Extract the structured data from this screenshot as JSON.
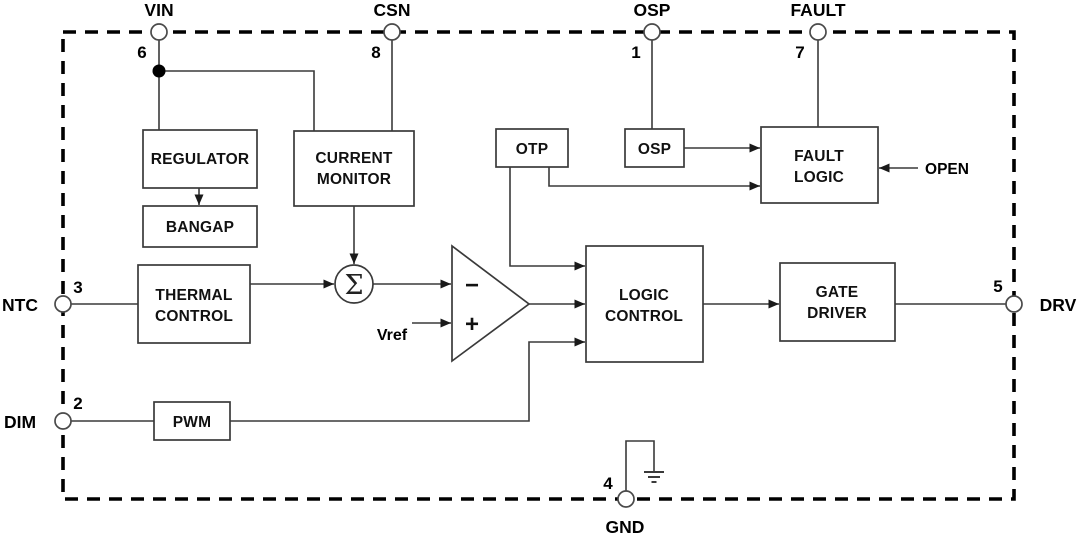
{
  "diagram_type": "ic-functional-block-diagram",
  "pins": {
    "vin": {
      "label": "VIN",
      "number": "6"
    },
    "csn": {
      "label": "CSN",
      "number": "8"
    },
    "osp": {
      "label": "OSP",
      "number": "1"
    },
    "fault": {
      "label": "FAULT",
      "number": "7"
    },
    "ntc": {
      "label": "NTC",
      "number": "3"
    },
    "dim": {
      "label": "DIM",
      "number": "2"
    },
    "drv": {
      "label": "DRV",
      "number": "5"
    },
    "gnd": {
      "label": "GND",
      "number": "4"
    }
  },
  "blocks": {
    "regulator": {
      "label": "REGULATOR"
    },
    "bangap": {
      "label": "BANGAP"
    },
    "current_monitor": {
      "line1": "CURRENT",
      "line2": "MONITOR"
    },
    "thermal_control": {
      "line1": "THERMAL",
      "line2": "CONTROL"
    },
    "pwm": {
      "label": "PWM"
    },
    "otp": {
      "label": "OTP"
    },
    "osp_block": {
      "label": "OSP"
    },
    "fault_logic": {
      "line1": "FAULT",
      "line2": "LOGIC"
    },
    "logic_control": {
      "line1": "LOGIC",
      "line2": "CONTROL"
    },
    "gate_driver": {
      "line1": "GATE",
      "line2": "DRIVER"
    }
  },
  "annotations": {
    "summing_junction": "Σ",
    "comparator_minus": "−",
    "comparator_plus": "+",
    "vref": "Vref",
    "open": "OPEN"
  },
  "colors": {
    "background": "#ffffff",
    "wire": "#3a3a3a",
    "boundary": "#000000",
    "text": "#000000"
  }
}
